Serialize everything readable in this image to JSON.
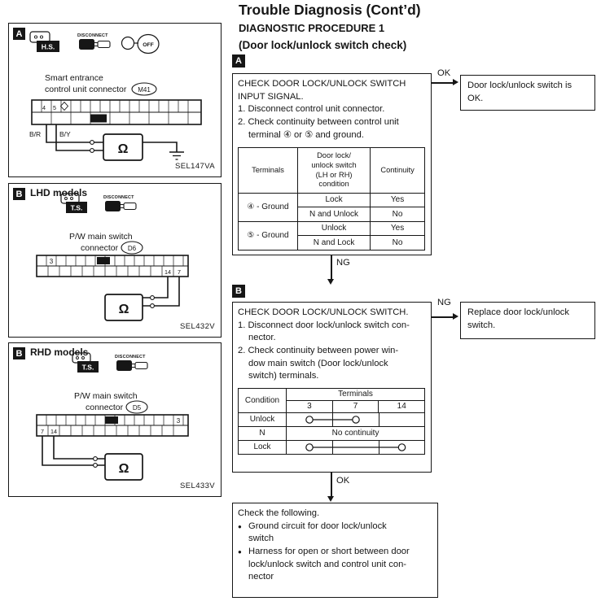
{
  "header": {
    "title": "Trouble Diagnosis (Cont’d)",
    "procedure": "DIAGNOSTIC PROCEDURE 1",
    "check_title": "(Door lock/unlock switch check)"
  },
  "figures": {
    "a": {
      "label": "A",
      "hs": "H.S.",
      "disconnect": "DISCONNECT",
      "off": "OFF",
      "caption1": "Smart entrance",
      "caption2": "control unit connector",
      "connector_id": "M41",
      "pin1": "4",
      "pin2": "5",
      "wire1": "B/R",
      "wire2": "B/Y",
      "ohm": "Ω",
      "ref": "SEL147VA"
    },
    "b_lhd": {
      "label": "B",
      "title": "LHD models",
      "ts": "T.S.",
      "disconnect": "DISCONNECT",
      "caption1": "P/W main switch",
      "caption2": "connector",
      "connector_id": "D6",
      "pin_left": "3",
      "pin_right1": "14",
      "pin_right2": "7",
      "ohm": "Ω",
      "ref": "SEL432V"
    },
    "b_rhd": {
      "label": "B",
      "title": "RHD models",
      "ts": "T.S.",
      "disconnect": "DISCONNECT",
      "caption1": "P/W main switch",
      "caption2": "connector",
      "connector_id": "D5",
      "pin_left1": "7",
      "pin_left2": "14",
      "pin_right": "3",
      "ohm": "Ω",
      "ref": "SEL433V"
    }
  },
  "flow": {
    "ok": "OK",
    "ng": "NG",
    "step_a": {
      "label": "A",
      "title_lines": [
        "CHECK DOOR LOCK/UNLOCK SWITCH",
        "INPUT SIGNAL."
      ],
      "items": [
        {
          "lines": [
            "1. Disconnect control unit connector."
          ]
        },
        {
          "lines": [
            "2. Check continuity between control unit",
            "terminal ④ or ⑤ and ground."
          ]
        }
      ],
      "table": {
        "header": {
          "terminals": "Terminals",
          "condition_lines": [
            "Door lock/",
            "unlock switch",
            "(LH or RH)",
            "condition"
          ],
          "continuity": "Continuity"
        },
        "rows": [
          {
            "terminal": "④ - Ground",
            "c1": "Lock",
            "y1": "Yes",
            "c2": "N and Unlock",
            "y2": "No"
          },
          {
            "terminal": "⑤ - Ground",
            "c1": "Unlock",
            "y1": "Yes",
            "c2": "N and Lock",
            "y2": "No"
          }
        ]
      },
      "result": {
        "lines": [
          "Door lock/unlock switch is",
          "OK."
        ]
      }
    },
    "step_b": {
      "label": "B",
      "title_lines": [
        "CHECK DOOR LOCK/UNLOCK SWITCH."
      ],
      "items": [
        {
          "lines": [
            "1. Disconnect door lock/unlock switch con-",
            "nector."
          ]
        },
        {
          "lines": [
            "2. Check continuity between power win-",
            "dow main switch (Door lock/unlock",
            "switch) terminals."
          ]
        }
      ],
      "table": {
        "condition_header": "Condition",
        "terminals_header": "Terminals",
        "cols": [
          "3",
          "7",
          "14"
        ],
        "rows": [
          {
            "condition": "Unlock",
            "continuity_between": [
              "3",
              "7"
            ]
          },
          {
            "condition": "N",
            "text": "No continuity"
          },
          {
            "condition": "Lock",
            "continuity_between": [
              "3",
              "14"
            ]
          }
        ]
      },
      "result": {
        "lines": [
          "Replace door lock/unlock",
          "switch."
        ]
      }
    },
    "final": {
      "title": "Check the following.",
      "bullet": "●",
      "items": [
        {
          "lines": [
            "Ground circuit for door lock/unlock",
            "switch"
          ]
        },
        {
          "lines": [
            "Harness for open or short between door",
            "lock/unlock switch and control unit con-",
            "nector"
          ]
        }
      ]
    }
  }
}
